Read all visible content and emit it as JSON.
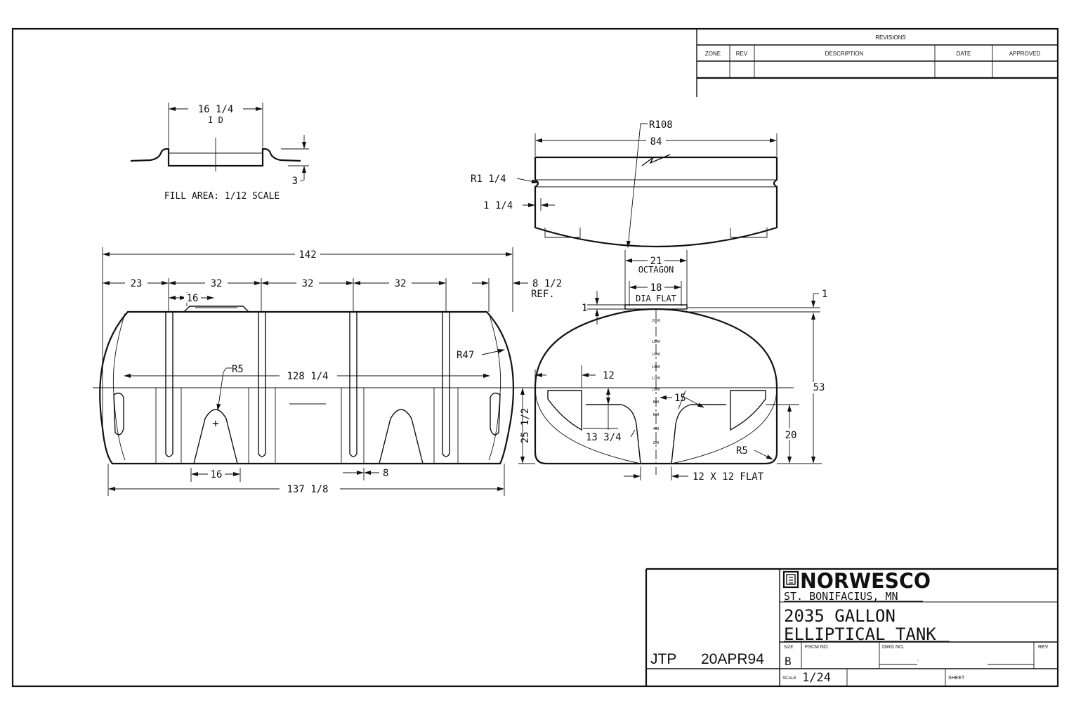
{
  "revisions": {
    "title": "REVISIONS",
    "headers": [
      "ZONE",
      "REV",
      "DESCRIPTION",
      "DATE",
      "APPROVED"
    ]
  },
  "fill_area": {
    "dim_id": "16 1/4",
    "dim_id_sub": "I D",
    "dim_height": "3",
    "caption": "FILL AREA: 1/12 SCALE"
  },
  "side_view": {
    "overall": "142",
    "seg1": "23",
    "seg2": "32",
    "seg3": "32",
    "seg4": "32",
    "ref": "8 1/2",
    "ref_sub": "REF.",
    "lid": "16",
    "radius_end": "R47",
    "radius_arch": "R5",
    "inner": "128 1/4",
    "foot": "16",
    "gap": "8",
    "base": "137 1/8"
  },
  "end_view": {
    "radius_top": "R108",
    "width": "84",
    "groove_r": "R1 1/4",
    "groove_w": "1 1/4",
    "octagon": "21",
    "octagon_sub": "OCTAGON",
    "flat": "18",
    "flat_sub": "DIA FLAT",
    "one_left": "1",
    "one_right": "1",
    "side_offset": "12",
    "height": "53",
    "half_height": "25 1/2",
    "leg": "13 3/4",
    "angle": "15",
    "pocket": "20",
    "radius_corner": "R5",
    "bottom_flat": "12 X 12 FLAT",
    "gauge": [
      "2000",
      "1800",
      "1600",
      "1400",
      "1200",
      "1000",
      "800",
      "600",
      "400",
      "200"
    ]
  },
  "title_block": {
    "company": "NORWESCO",
    "location": "ST. BONIFACIUS, MN",
    "title1": "2035 GALLON",
    "title2": "ELLIPTICAL TANK",
    "drawn_by": "JTP",
    "date": "20APR94",
    "size_label": "SIZE",
    "size": "B",
    "fscm_label": "FSCM NO.",
    "dwg_label": "DWG NO.",
    "rev_label": "REV",
    "scale_label": "SCALE",
    "scale": "1/24",
    "sheet_label": "SHEET"
  }
}
